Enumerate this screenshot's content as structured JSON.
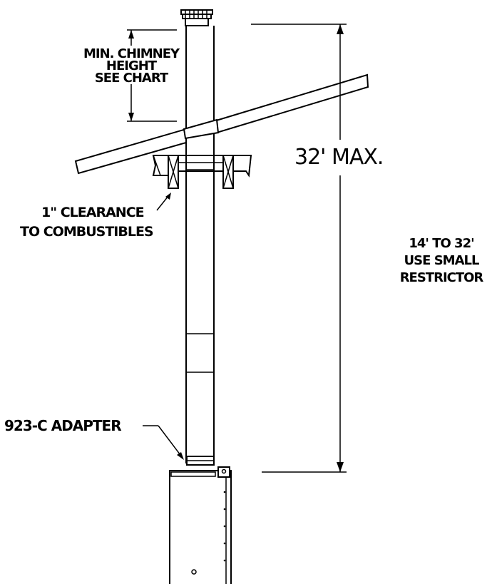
{
  "labels": {
    "min_chimney_line1": "MIN. CHIMNEY",
    "min_chimney_line2": "HEIGHT",
    "min_chimney_line3": "SEE CHART",
    "max_height": "32' MAX.",
    "clearance_line1": "1\" CLEARANCE",
    "clearance_line2": "TO COMBUSTIBLES",
    "restrictor_line1": "14' TO 32'",
    "restrictor_line2": "USE SMALL",
    "restrictor_line3": "RESTRICTOR",
    "adapter": "923-C ADAPTER"
  }
}
